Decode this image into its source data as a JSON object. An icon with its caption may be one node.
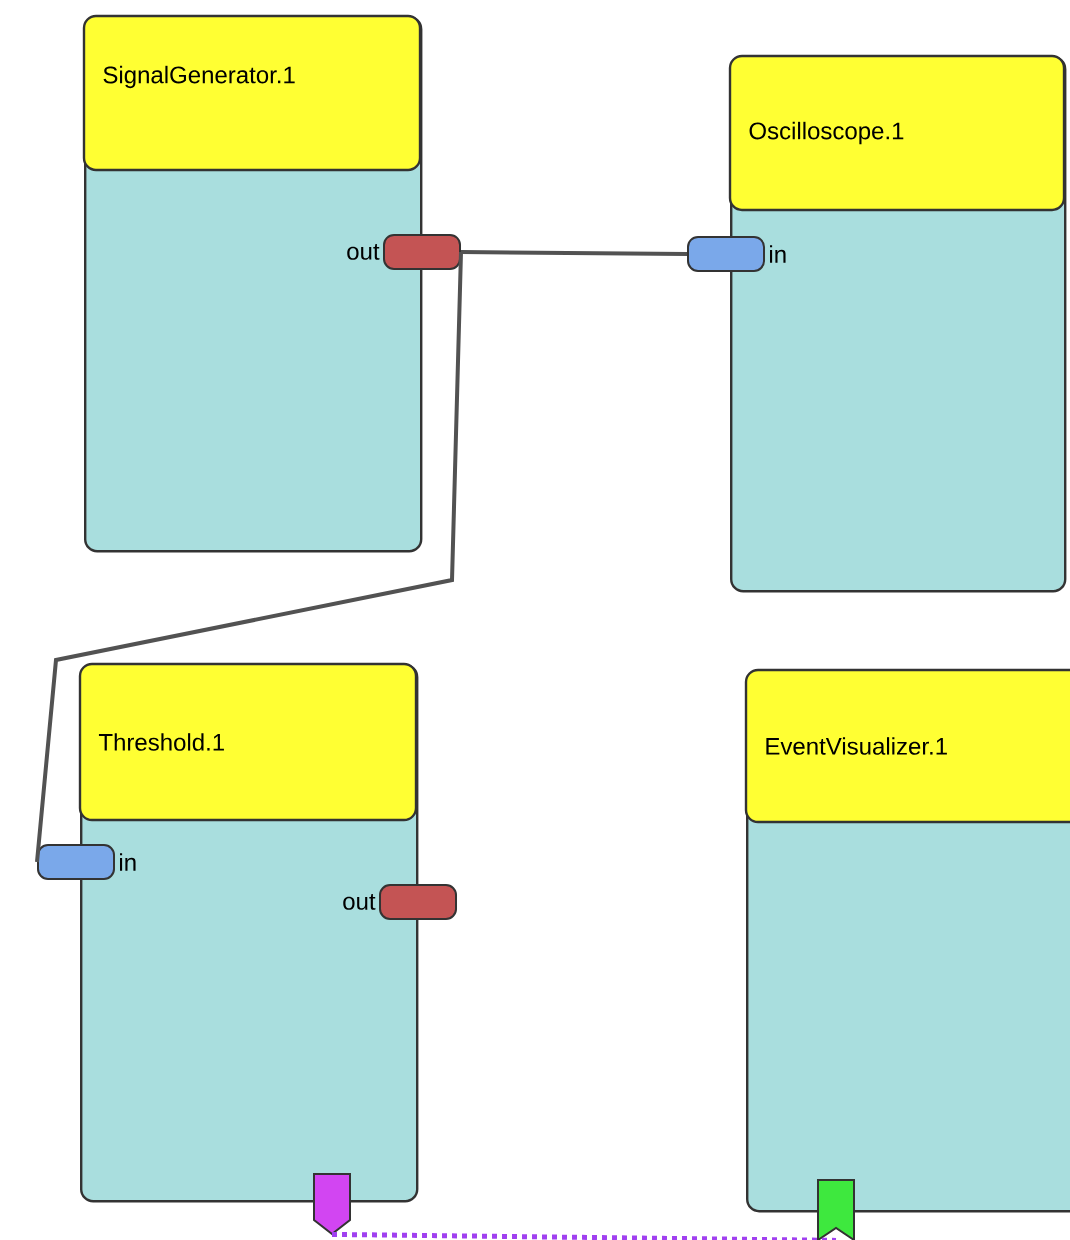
{
  "diagram": {
    "nodes": [
      {
        "text": [
          "SignalGenerator.1"
        ]
      },
      {
        "text": [],
        "shape": "box",
        "beside": [
          "out"
        ]
      },
      {
        "text": [
          "Oscilloscope.1"
        ]
      },
      {
        "text": [],
        "shape": "box",
        "beside": [
          "in"
        ]
      },
      {
        "text": [
          "Threshold.1"
        ]
      },
      {
        "text": [],
        "shape": "box",
        "beside": [
          "in"
        ]
      },
      {
        "text": [],
        "shape": "box",
        "beside": [
          "out"
        ]
      },
      {
        "text": [],
        "shape": "box"
      },
      {
        "text": [
          "EventVisualizer.1"
        ]
      },
      {
        "text": [],
        "shape": "box"
      }
    ],
    "edges": [
      {
        "from": 1,
        "to": 3,
        "arrow": "none"
      },
      {
        "from": 1,
        "to": 5,
        "arrow": "none"
      },
      {
        "from": 7,
        "to": 9,
        "arrow": "none",
        "style": "dashed",
        "color": "#a040f0"
      }
    ]
  }
}
